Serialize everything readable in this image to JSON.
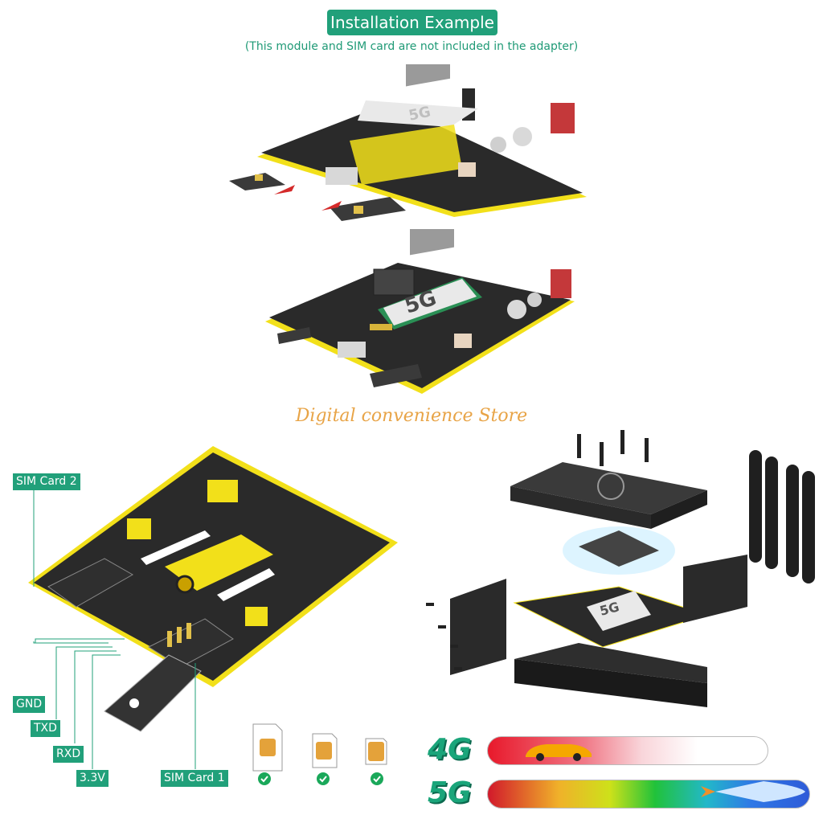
{
  "header": {
    "title": "Installation Example",
    "subtitle": "(This module and SIM card are not included in the adapter)"
  },
  "watermark": "Digital convenience Store",
  "module_label": "5G",
  "pins": [
    "GND",
    "TXD",
    "RXD",
    "3.3V"
  ],
  "sim_slots": [
    "SIM Card 2",
    "SIM Card 1"
  ],
  "networks": [
    "4G",
    "5G"
  ],
  "colors": {
    "accent": "#21a07a",
    "pcb_yellow": "#f2e01a",
    "watermark": "#e8a447"
  },
  "icons": [
    "checkmark-icon",
    "sim-card-icon",
    "car-icon",
    "rocket-icon",
    "arrow-icon"
  ]
}
